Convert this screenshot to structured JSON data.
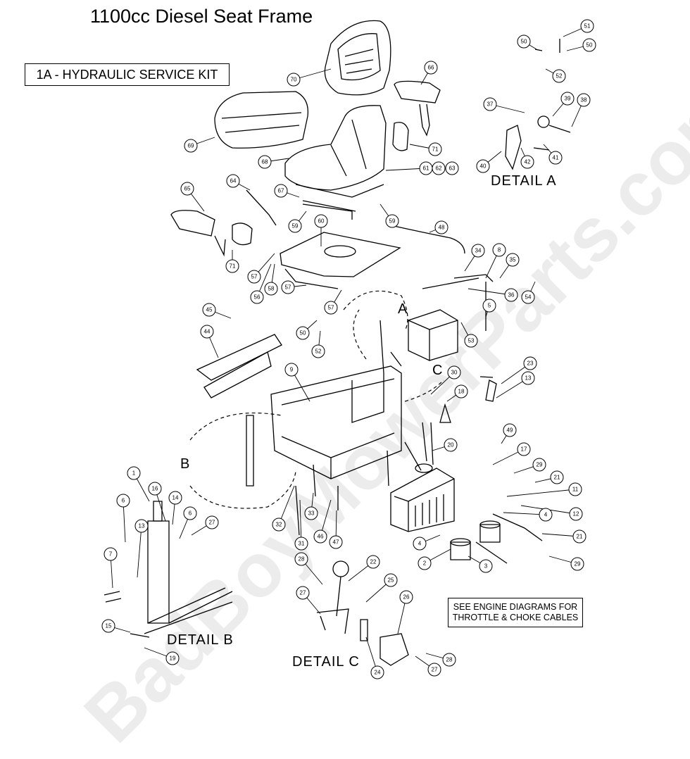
{
  "title": "1100cc Diesel Seat Frame",
  "kit_label": "1A - HYDRAULIC SERVICE KIT",
  "note": {
    "line1": "SEE ENGINE DIAGRAMS FOR",
    "line2": "THROTTLE & CHOKE CABLES"
  },
  "details": {
    "a": "DETAIL  A",
    "b": "DETAIL  B",
    "c": "DETAIL  C"
  },
  "view_letters": {
    "a": "A",
    "b": "B",
    "c": "C"
  },
  "watermark": "BadBoyMowerParts.com",
  "callouts": [
    "51",
    "50",
    "50",
    "52",
    "70",
    "66",
    "37",
    "39",
    "38",
    "40",
    "42",
    "41",
    "69",
    "71",
    "68",
    "61",
    "62",
    "63",
    "65",
    "64",
    "67",
    "59",
    "60",
    "59",
    "48",
    "71",
    "57",
    "56",
    "58",
    "57",
    "34",
    "8",
    "35",
    "36",
    "54",
    "5",
    "53",
    "57",
    "50",
    "52",
    "45",
    "44",
    "9",
    "23",
    "13",
    "30",
    "18",
    "49",
    "17",
    "20",
    "29",
    "21",
    "11",
    "12",
    "4",
    "21",
    "29",
    "1",
    "16",
    "14",
    "6",
    "13",
    "27",
    "6",
    "7",
    "32",
    "31",
    "33",
    "46",
    "47",
    "2",
    "3",
    "4",
    "28",
    "22",
    "25",
    "26",
    "27",
    "15",
    "19",
    "24",
    "27",
    "28"
  ]
}
